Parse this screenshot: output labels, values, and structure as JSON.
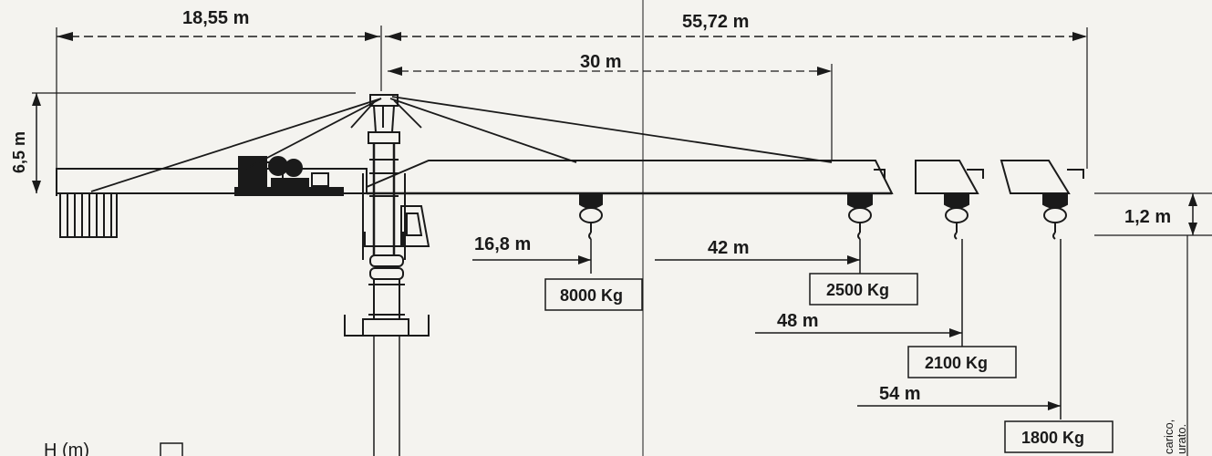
{
  "colors": {
    "ink": "#1a1a1a",
    "paper": "#f4f3ef"
  },
  "dimensions": {
    "counter_jib_length": "18,55 m",
    "jib_length": "55,72 m",
    "inner_span": "30 m",
    "tower_head_height": "6,5 m",
    "hook_drop": "1,2 m"
  },
  "load_points": [
    {
      "radius": "16,8 m",
      "load": "8000 Kg"
    },
    {
      "radius": "42 m",
      "load": "2500 Kg"
    },
    {
      "radius": "48 m",
      "load": "2100 Kg"
    },
    {
      "radius": "54 m",
      "load": "1800 Kg"
    }
  ],
  "footer": {
    "height_label": "H (m)"
  },
  "side_note": {
    "line1": "carico,",
    "line2": "urato."
  }
}
